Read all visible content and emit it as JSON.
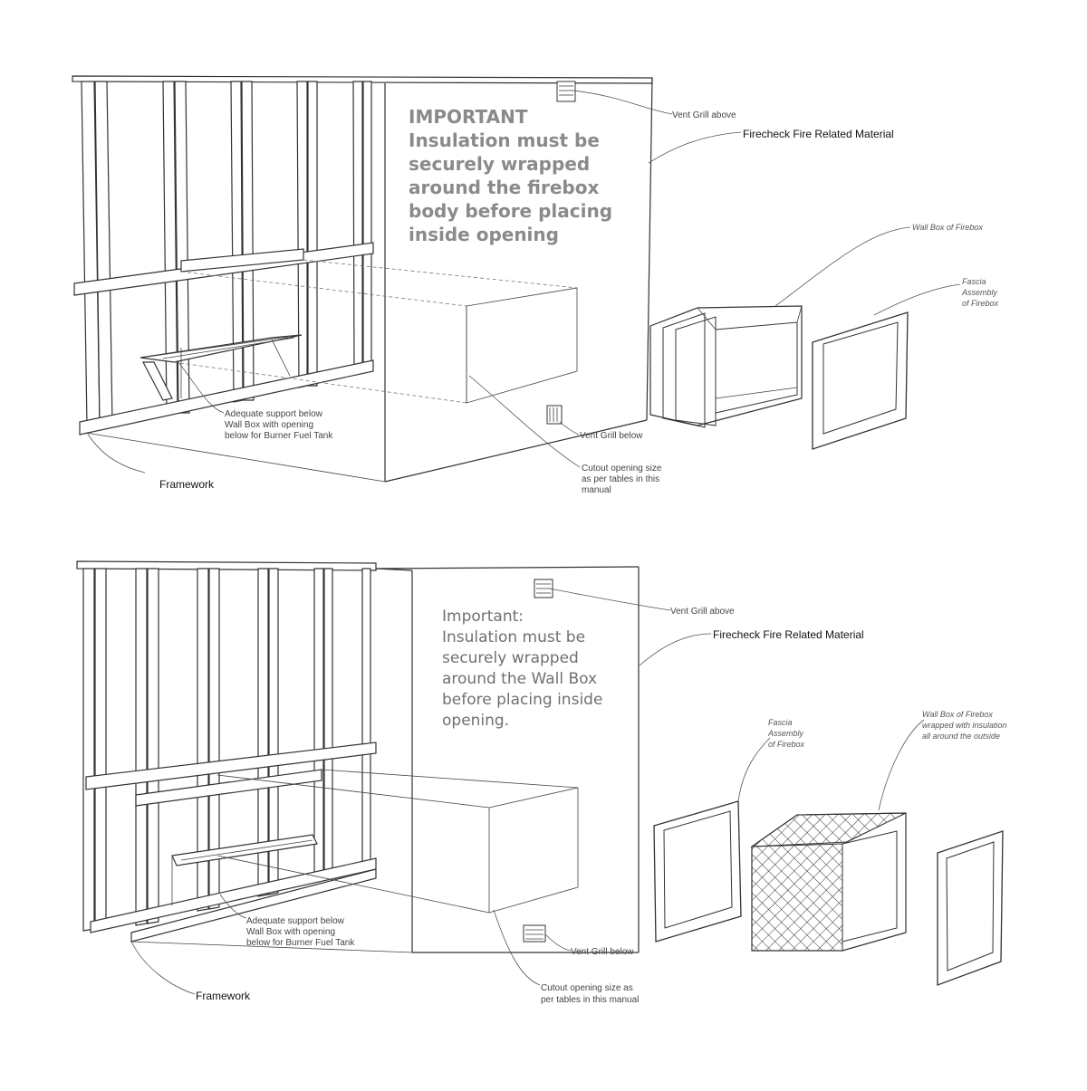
{
  "top": {
    "important_lines": [
      "IMPORTANT",
      "Insulation must be",
      "securely wrapped",
      "around the firebox",
      "body before placing",
      "inside opening"
    ],
    "vent_above": "Vent Grill above",
    "firecheck": "Firecheck Fire Related Material",
    "wall_box": "Wall Box of Firebox",
    "fascia_lines": [
      "Fascia",
      "Assembly",
      "of Firebox"
    ],
    "support_lines": [
      "Adequate support below",
      "Wall Box with opening",
      "below for Burner Fuel Tank"
    ],
    "vent_below": "Vent Grill below",
    "cutout_lines": [
      "Cutout opening size",
      "as per tables in this",
      "manual"
    ],
    "framework": "Framework"
  },
  "bottom": {
    "important_lines": [
      "Important:",
      "Insulation must be",
      "securely wrapped",
      "around the Wall Box",
      "before placing inside",
      "opening."
    ],
    "vent_above": "Vent Grill above",
    "firecheck": "Firecheck Fire Related Material",
    "fascia_lines": [
      "Fascia",
      "Assembly",
      "of Firebox"
    ],
    "wall_box_lines": [
      "Wall Box of Firebox",
      "wrapped with insulation",
      "all around the outside"
    ],
    "support_lines": [
      "Adequate support below",
      "Wall Box with opening",
      "below for Burner Fuel Tank"
    ],
    "vent_below": "Vent Grill below",
    "cutout_lines": [
      "Cutout opening size as",
      "per tables in this manual"
    ],
    "framework": "Framework"
  }
}
